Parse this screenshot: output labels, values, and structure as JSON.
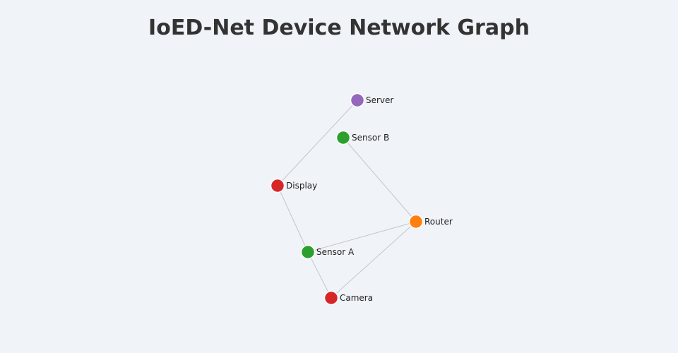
{
  "title": "IoED-Net Device Network Graph",
  "nodes": [
    {
      "id": "server",
      "label": "Server",
      "color": "#9467bd"
    },
    {
      "id": "sensorB",
      "label": "Sensor B",
      "color": "#2ca02c"
    },
    {
      "id": "display",
      "label": "Display",
      "color": "#d62728"
    },
    {
      "id": "router",
      "label": "Router",
      "color": "#ff7f0e"
    },
    {
      "id": "sensorA",
      "label": "Sensor A",
      "color": "#2ca02c"
    },
    {
      "id": "camera",
      "label": "Camera",
      "color": "#d62728"
    }
  ],
  "edges": [
    {
      "source": "server",
      "target": "display"
    },
    {
      "source": "sensorB",
      "target": "router"
    },
    {
      "source": "display",
      "target": "sensorA"
    },
    {
      "source": "sensorA",
      "target": "router"
    },
    {
      "source": "sensorA",
      "target": "camera"
    },
    {
      "source": "camera",
      "target": "router"
    }
  ]
}
